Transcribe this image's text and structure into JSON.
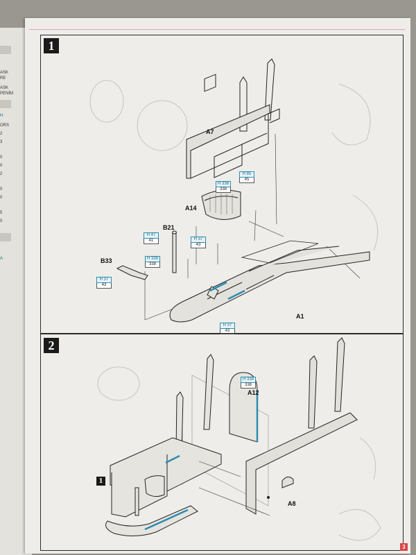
{
  "prev_page": {
    "fragments": [
      "ASK",
      "RE",
      "ASK",
      "PENİM",
      "H",
      "ORS",
      "2",
      "3",
      "0",
      "0",
      "2",
      "0",
      "0",
      "5",
      "0",
      "A"
    ]
  },
  "step1": {
    "number": "1",
    "parts": {
      "a7": "A7",
      "a14": "A14",
      "b21": "B21",
      "b33": "B33",
      "a1": "A1"
    },
    "paints": [
      {
        "id": "p1",
        "top": "H 338",
        "bot": "338"
      },
      {
        "id": "p2",
        "top": "H 85",
        "bot": "45"
      },
      {
        "id": "p3",
        "top": "H 47",
        "bot": "41"
      },
      {
        "id": "p4",
        "top": "H 37",
        "bot": "43"
      },
      {
        "id": "p5",
        "top": "H 338",
        "bot": "338"
      },
      {
        "id": "p6",
        "top": "H 37",
        "bot": "43"
      },
      {
        "id": "p7",
        "top": "H 37",
        "bot": "43"
      }
    ]
  },
  "step2": {
    "number": "2",
    "sub_step": "1",
    "parts": {
      "a12": "A12",
      "a8": "A8"
    },
    "paints": [
      {
        "id": "q1",
        "top": "H 338",
        "bot": "338"
      }
    ]
  },
  "page_number": "3",
  "colors": {
    "paint_blue": "#2b8cb0",
    "accent_pink": "#e2a6ad",
    "page_number_red": "#d44444"
  }
}
